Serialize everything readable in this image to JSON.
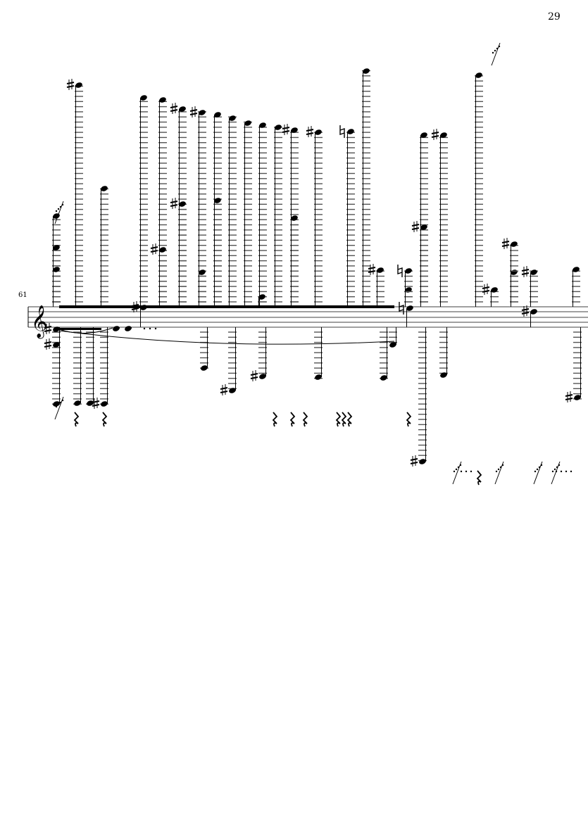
{
  "page": {
    "number": "29"
  },
  "system": {
    "measure_number": "61",
    "clef": "treble-clef"
  },
  "colors": {
    "ink": "#000000",
    "ledger": "#555555"
  }
}
